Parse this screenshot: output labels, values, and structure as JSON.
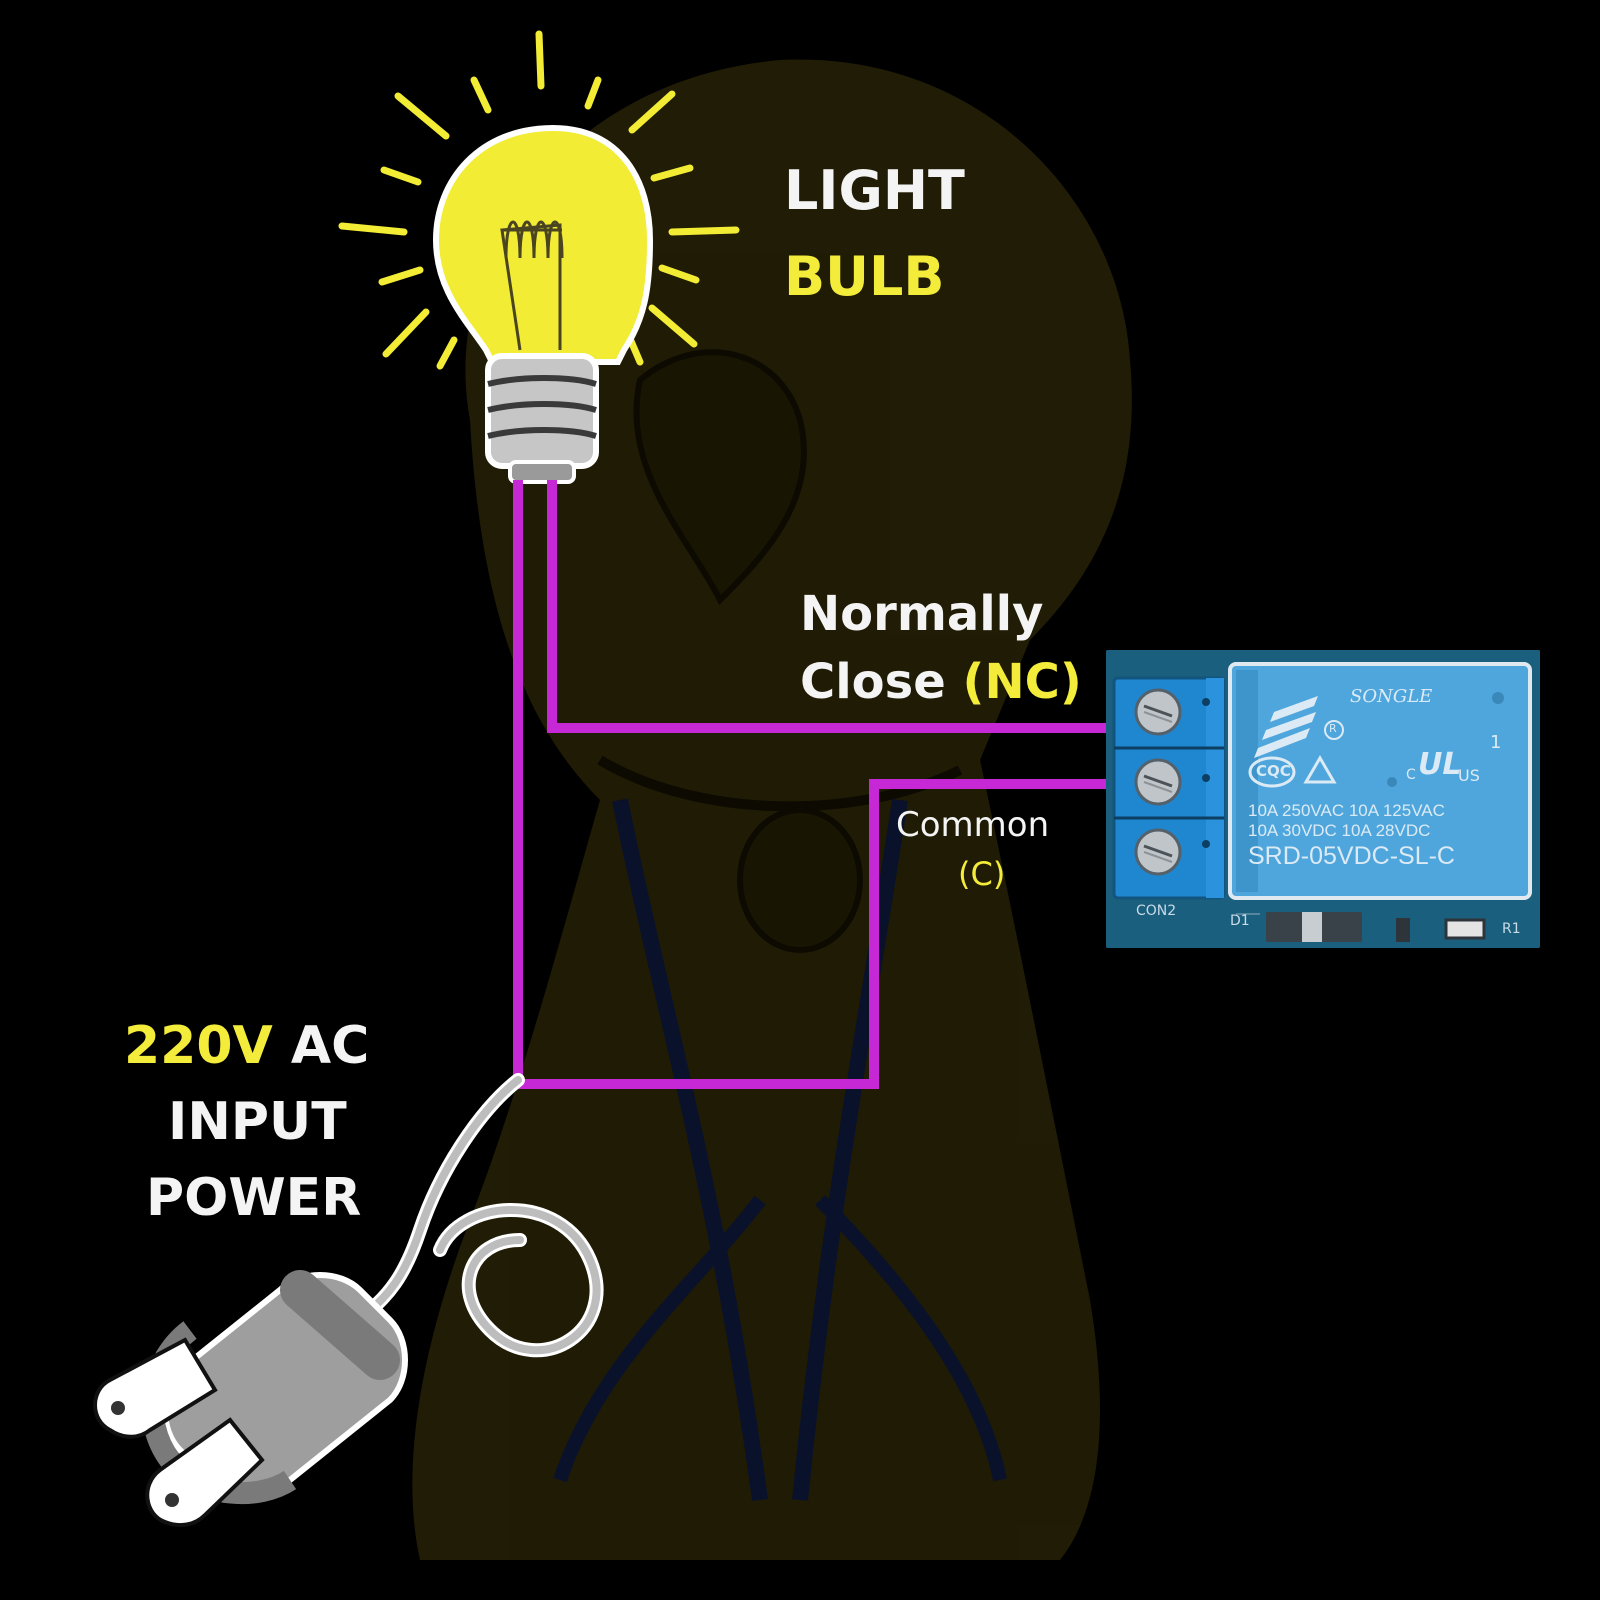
{
  "labels": {
    "light": "LIGHT",
    "bulb": "BULB",
    "normally": "Normally",
    "close": "Close",
    "nc": "(NC)",
    "common": "Common",
    "c": "(C)",
    "voltage": "220V",
    "ac": "AC",
    "input": "INPUT",
    "power": "POWER"
  },
  "relay": {
    "brand": "SONGLE",
    "rating1": "10A 250VAC  10A 125VAC",
    "rating2": "10A  30VDC  10A  28VDC",
    "model": "SRD-05VDC-SL-C",
    "con": "CON2",
    "d1": "D1",
    "r1": "R1",
    "num": "1",
    "cqc": "CQC",
    "us": "US",
    "c_mark": "C",
    "ul": "UL",
    "r_mark": "R"
  },
  "colors": {
    "wire": "#c728d6",
    "bulb": "#f2ec34",
    "label_white": "#f4f4f4",
    "label_yellow": "#f3ec3a",
    "relay_pcb": "#1b5f7e",
    "relay_body": "#4ea6dd",
    "terminal_block": "#1f86d0"
  }
}
